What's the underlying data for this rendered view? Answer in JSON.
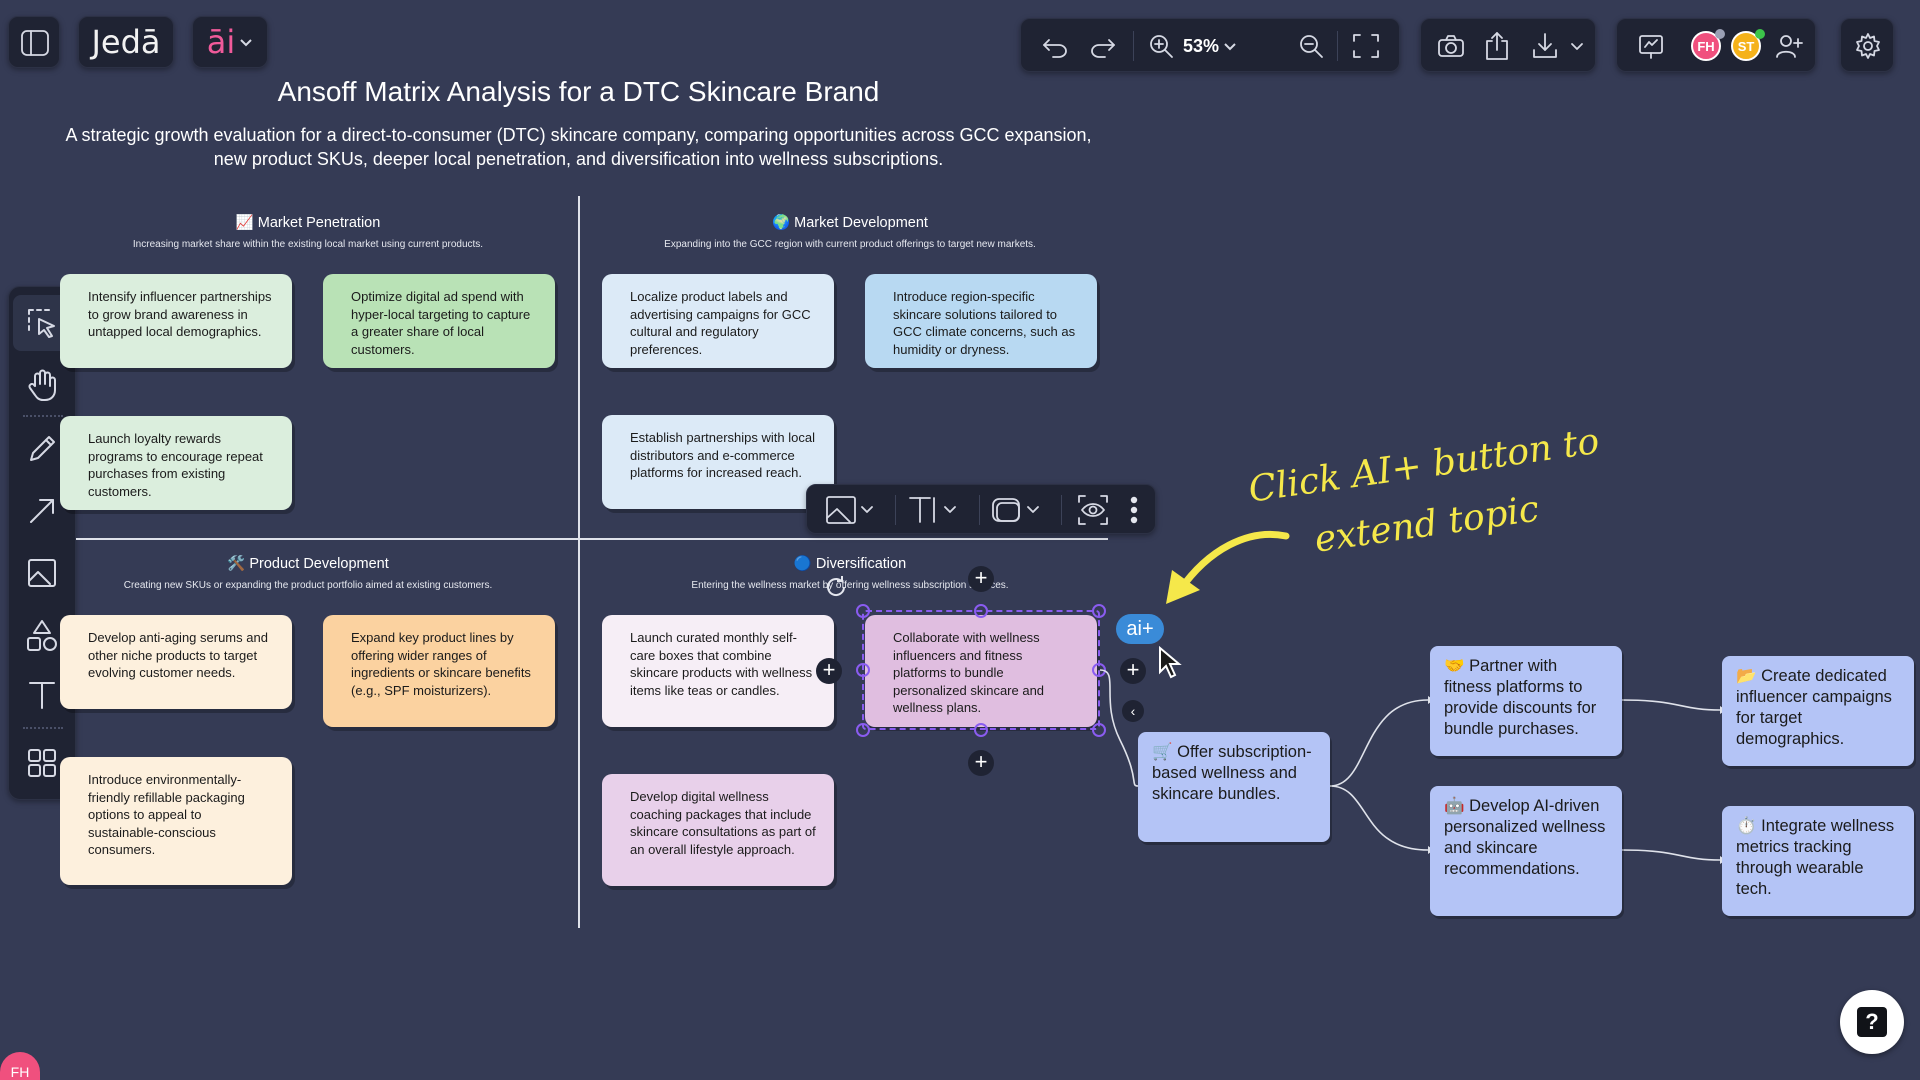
{
  "app": {
    "name": "Jedā",
    "ai_menu_label": "āi"
  },
  "toolbar": {
    "zoom": "53%"
  },
  "users": [
    {
      "initials": "FH",
      "color": "#f0507e"
    },
    {
      "initials": "ST",
      "color": "#f5b21a"
    }
  ],
  "canvas": {
    "title": "Ansoff Matrix Analysis for a DTC Skincare Brand",
    "subtitle_line1": "A strategic growth evaluation for a direct-to-consumer (DTC) skincare company, comparing opportunities across GCC expansion,",
    "subtitle_line2": "new product SKUs, deeper local penetration, and diversification into wellness subscriptions."
  },
  "quadrants": {
    "market_penetration": {
      "heading": "📈 Market Penetration",
      "desc": "Increasing market share within the existing local market using current products.",
      "cards": [
        "Intensify influencer partnerships to grow brand awareness in untapped local demographics.",
        "Optimize digital ad spend with hyper-local targeting to capture a greater share of local customers.",
        "Launch loyalty rewards programs to encourage repeat purchases from existing customers."
      ]
    },
    "market_development": {
      "heading": "🌍 Market Development",
      "desc": "Expanding into the GCC region with current product offerings to target new markets.",
      "cards": [
        "Localize product labels and advertising campaigns for GCC cultural and regulatory preferences.",
        "Introduce region-specific skincare solutions tailored to GCC climate concerns, such as humidity or dryness.",
        "Establish partnerships with local distributors and e-commerce platforms for increased reach."
      ]
    },
    "product_development": {
      "heading": "🛠️ Product Development",
      "desc": "Creating new SKUs or expanding the product portfolio aimed at existing customers.",
      "cards": [
        "Develop anti-aging serums and other niche products to target evolving customer needs.",
        "Expand key product lines by offering wider ranges of ingredients or skincare benefits (e.g., SPF moisturizers).",
        "Introduce environmentally-friendly refillable packaging options to appeal to sustainable-conscious consumers."
      ]
    },
    "diversification": {
      "heading": "🔵 Diversification",
      "desc": "Entering the wellness market by offering wellness subscription services.",
      "cards": [
        "Launch curated monthly self-care boxes that combine skincare products with wellness items like teas or candles.",
        "Collaborate with wellness influencers and fitness platforms to bundle personalized skincare and wellness plans.",
        "Develop digital wellness coaching packages that include skincare consultations as part of an overall lifestyle approach."
      ]
    }
  },
  "mindmap": {
    "root": "🛒 Offer subscription-based wellness and skincare bundles.",
    "level2": [
      "🤝 Partner with fitness platforms to provide discounts for bundle purchases.",
      "🤖 Develop AI-driven personalized wellness and skincare recommendations."
    ],
    "level3": [
      "📂 Create dedicated influencer campaigns for target demographics.",
      "⏱️ Integrate wellness metrics tracking through wearable tech."
    ]
  },
  "ai_plus_label": "ai+",
  "annotation": {
    "line1": "Click AI+ button to",
    "line2": "extend topic"
  },
  "help_label": "?",
  "corner_avatar": "FH",
  "colors": {
    "background": "#353b55",
    "panel": "#1f2333",
    "green_card": "#dbeedd",
    "green_card_2": "#b9e2b6",
    "blue_card": "#dceaf7",
    "blue_card_2": "#b8d9f2",
    "cream_card": "#fdf0dd",
    "orange_card": "#fbd2a0",
    "white_card": "#f6eef6",
    "purple_card": "#e0bee0",
    "purple_card_2": "#e8d0ea",
    "node": "#b4c4f6",
    "selection": "#8a5cf0",
    "annotation": "#f5e84a"
  }
}
